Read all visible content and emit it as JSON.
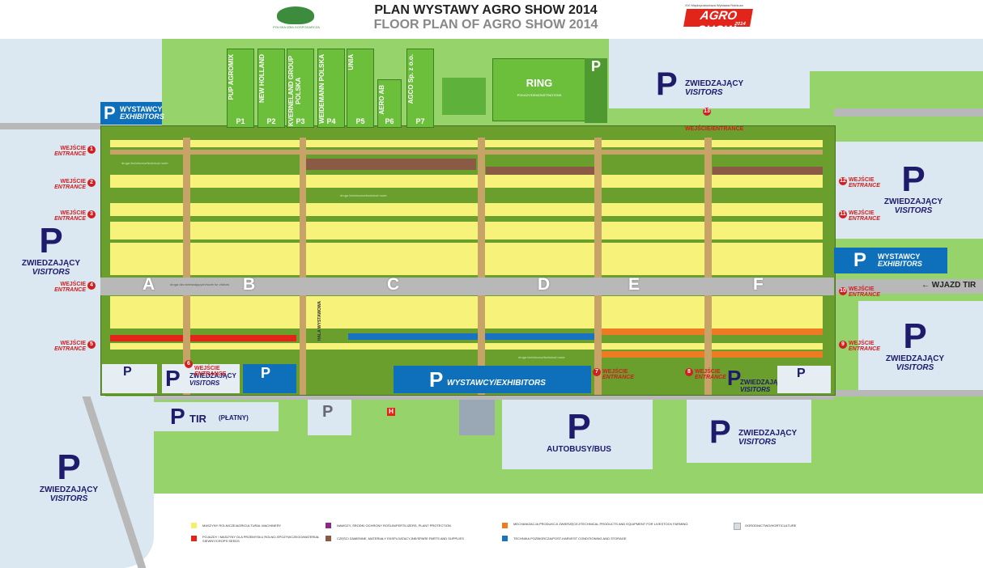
{
  "header": {
    "title_pl": "PLAN WYSTAWY AGRO SHOW 2014",
    "title_en": "FLOOR PLAN OF AGRO SHOW 2014",
    "logo_left_text": "POLSKA IZBA GOSPODARCZA",
    "logo_right_top": "XVI Międzynarodowa Wystawa Rolnicza",
    "logo_right_brand": "AGRO SHOW",
    "logo_right_year": "2014"
  },
  "parking": {
    "p_symbol": "P",
    "visitors_pl": "ZWIEDZAJĄCY",
    "visitors_en": "VISITORS",
    "exhibitors_pl": "WYSTAWCY",
    "exhibitors_en": "EXHIBITORS",
    "bottom_exhibitors": "WYSTAWCY/EXHIBITORS",
    "tir": "TIR",
    "tir_paid": "(PŁATNY)",
    "bus": "AUTOBUSY/BUS"
  },
  "entrances": {
    "label_pl": "WEJŚCIE",
    "label_en": "ENTRANCE",
    "top_right_pl": "WEJŚCIE/ENTRANCE",
    "numbers": [
      "1",
      "2",
      "3",
      "4",
      "5",
      "6",
      "7",
      "8",
      "9",
      "10",
      "11",
      "12",
      "13"
    ]
  },
  "halls": [
    "A",
    "B",
    "C",
    "D",
    "E",
    "F"
  ],
  "pavilions": [
    {
      "name": "PUP AGROMIX",
      "num": "P1"
    },
    {
      "name": "NEW HOLLAND",
      "num": "P2"
    },
    {
      "name": "KVERNELAND GROUP POLSKA",
      "num": "P3"
    },
    {
      "name": "WEIDEMANN POLSKA",
      "num": "P4"
    },
    {
      "name": "UNIA",
      "num": "P5"
    },
    {
      "name": "AERO AB",
      "num": "P6"
    },
    {
      "name": "AGCO Sp. z o.o.",
      "num": "P7"
    }
  ],
  "ring": {
    "title": "RING",
    "desc": "POKAZY/DEMONSTRATIONS"
  },
  "misc": {
    "wjazd_tir": "WJAZD TIR",
    "hala": "HALA WYSTAWOWA",
    "route": "droga techniczna/technical route",
    "visitors_route": "droga dla zwiedzających/route for visitors"
  },
  "legend": [
    {
      "label": "MASZYNY ROLNICZE/AGRICULTURAL MACHINERY",
      "color": "#f5ef6a"
    },
    {
      "label": "POJAZDY I MASZYNY DLA PRZEMYSŁU ROLNO-SPOŻYWCZEGO/MATERIAŁ SIEWNY/CROPS SEEDS",
      "color": "#e3241b"
    },
    {
      "label": "NAWOZY, ŚRODKI OCHRONY ROŚLIN/FERTILIZERS, PLANT PROTECTION",
      "color": "#8b2a86"
    },
    {
      "label": "CZĘŚCI ZAMIENNE, MATERIAŁY EKSPLOATACYJNE/SPARE PARTS AND SUPPLIES",
      "color": "#8a5a44"
    },
    {
      "label": "MECHANIZACJA PRODUKCJI ZWIERZĘCEJ/TECHNICAL PRODUCTS AND EQUIPMENT FOR LIVESTOCK FARMING",
      "color": "#ee7a22"
    },
    {
      "label": "TECHNIKA POZBIORCZA/POST-HARVEST CONDITIONING AND STORAGE",
      "color": "#1a73c2"
    },
    {
      "label": "OGRODNICTWO/HORTICULTURE",
      "color": "#d6dde3"
    }
  ]
}
